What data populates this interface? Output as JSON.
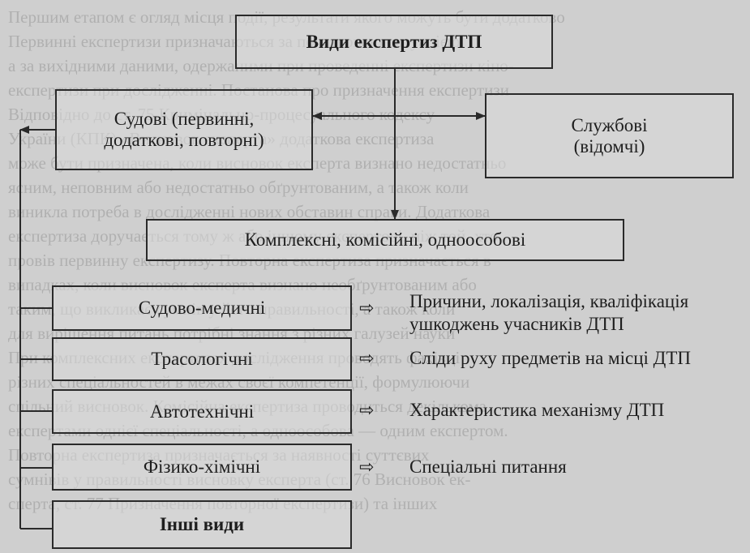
{
  "title": "Види експертиз ДТП",
  "branches": {
    "judicial": "Судові (первинні, додаткові, повторні)",
    "official": "Службові (відомчі)",
    "complex": "Комплексні, комісійні, одноособові"
  },
  "types": [
    {
      "label": "Судово-медичні",
      "description": "Причини, локалізація, кваліфікація ушкоджень учасників ДТП"
    },
    {
      "label": "Трасологічні",
      "description": "Сліди руху предметів на місці ДТП"
    },
    {
      "label": "Автотехнічні",
      "description": "Характеристика механізму ДТП"
    },
    {
      "label": "Фізико-хімічні",
      "description": "Спеціальні питання"
    },
    {
      "label": "Інші види",
      "description": ""
    }
  ],
  "background_text": [
    "Першим етапом є огляд місця події, результати якого можуть бути додатково",
    "Первинні експертизи призначаються за початковою ситуацією",
    "а за вихідними даними, одержаними при проведенні експертизи кіно-",
    "експертизи при дослідженні. Постанова про призначення експертизи",
    "Відповідно до ст. 75 Кримінально-процесуального кодексу",
    "України (КПК) «Висновок експерта» додаткова експертиза",
    "може бути призначена, коли висновок експерта визнано недостатньо",
    "ясним, неповним або недостатньо обґрунтованим, а також коли",
    "виникла потреба в дослідженні нових обставин справи. Додаткова",
    "експертиза доручається тому ж або іншому експертові, ніж той, хто",
    "провів первинну експертизу. Повторна експертиза призначається в",
    "випадках, коли висновок експерта визнано необґрунтованим або",
    "таким, що викликає сумнів у його правильності, а також коли",
    "для вирішення питань потрібні знання з різних галузей науки",
    "При комплексних експертизах дослідження проводять фахівці",
    "різних спеціальностей в межах своєї компетенції, формулюючи",
    "спільний висновок. Комісійна експертиза проводиться декількома",
    "експертами однієї спеціальності, а одноособова — одним експертом.",
    "Повторна експертиза призначається за наявності суттєвих",
    "сумнівів у правильності висновку експерта (ст. 76 Висновок ек-",
    "сперта, ст. 77 Призначення повторної експертизи) та інших"
  ]
}
